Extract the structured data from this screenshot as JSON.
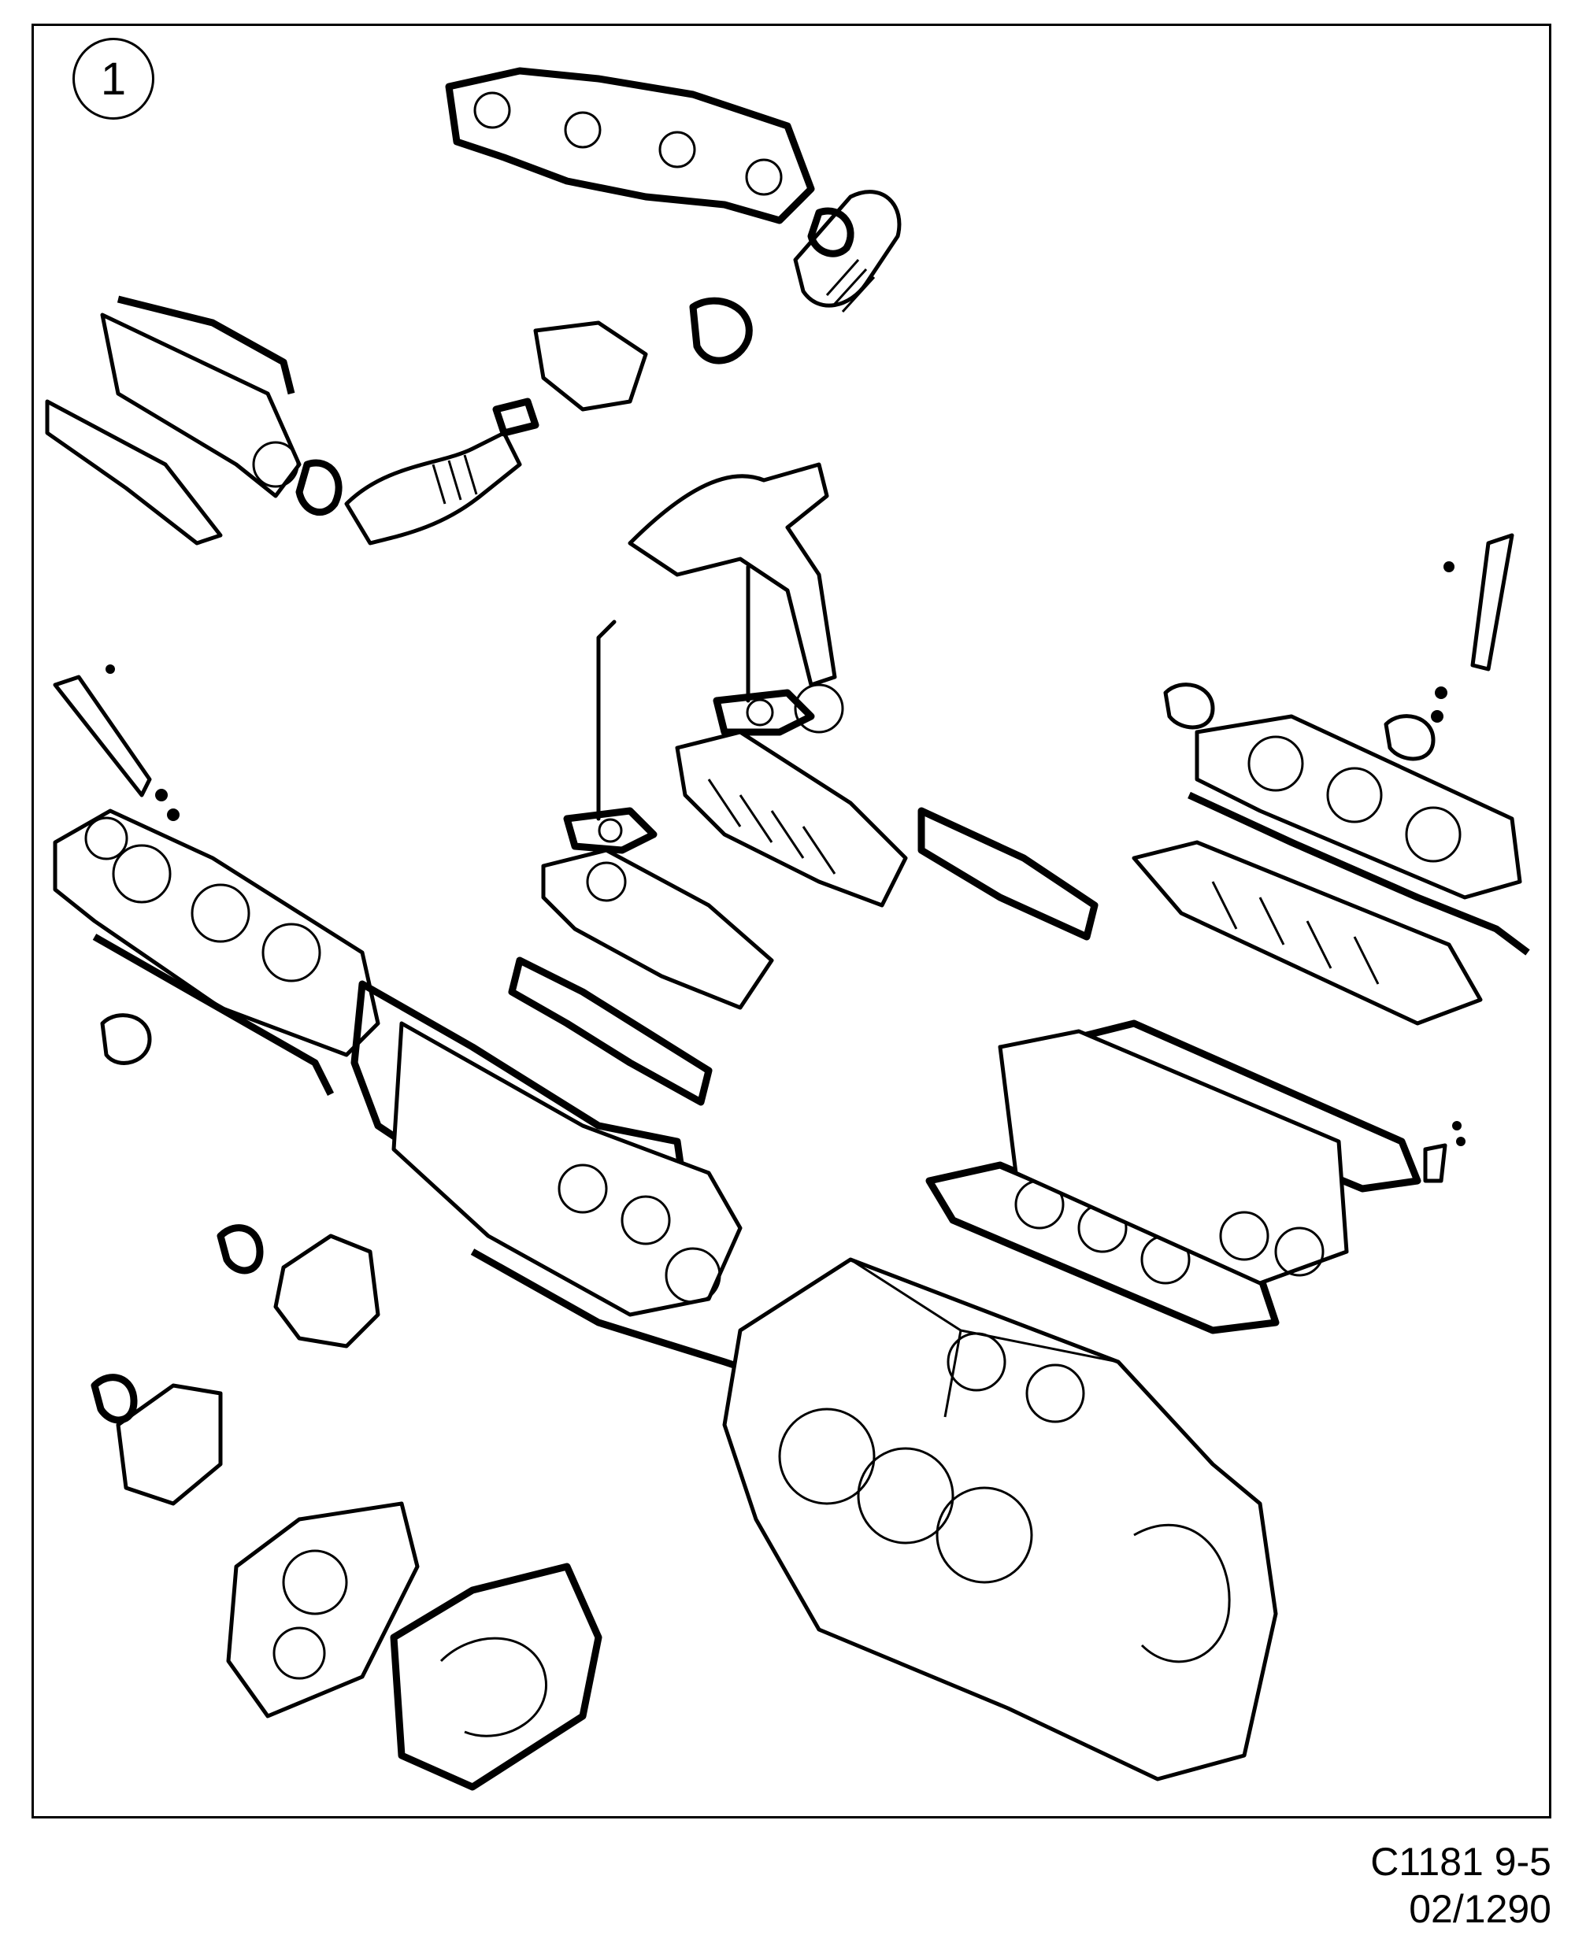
{
  "callout": {
    "number": "1"
  },
  "caption": {
    "code": "C1181 9-5",
    "date": "02/1290"
  },
  "icons": {
    "exploded_view": "engine-gasket-set-diagram"
  }
}
